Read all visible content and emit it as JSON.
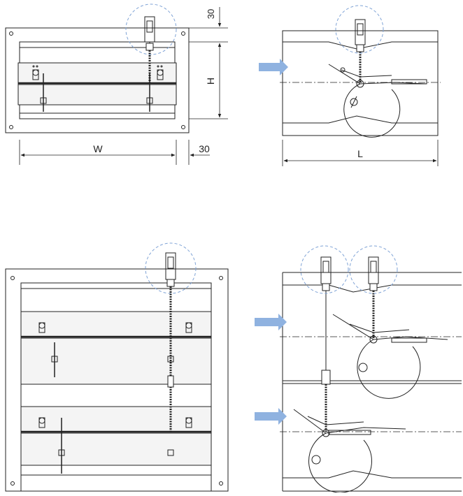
{
  "dimensions": {
    "width_label": "W",
    "height_label": "H",
    "length_label": "L",
    "flange_label": "30",
    "offset_label": "30"
  },
  "colors": {
    "line": "#222222",
    "flow_arrow": "#8fb2e0",
    "detail_circle": "#7fa3d6",
    "panel_fill": "#f2f2f2"
  },
  "icons": {
    "flow": "flow-direction-arrow-icon",
    "detail": "detail-circle-icon",
    "actuator": "actuator-icon"
  }
}
